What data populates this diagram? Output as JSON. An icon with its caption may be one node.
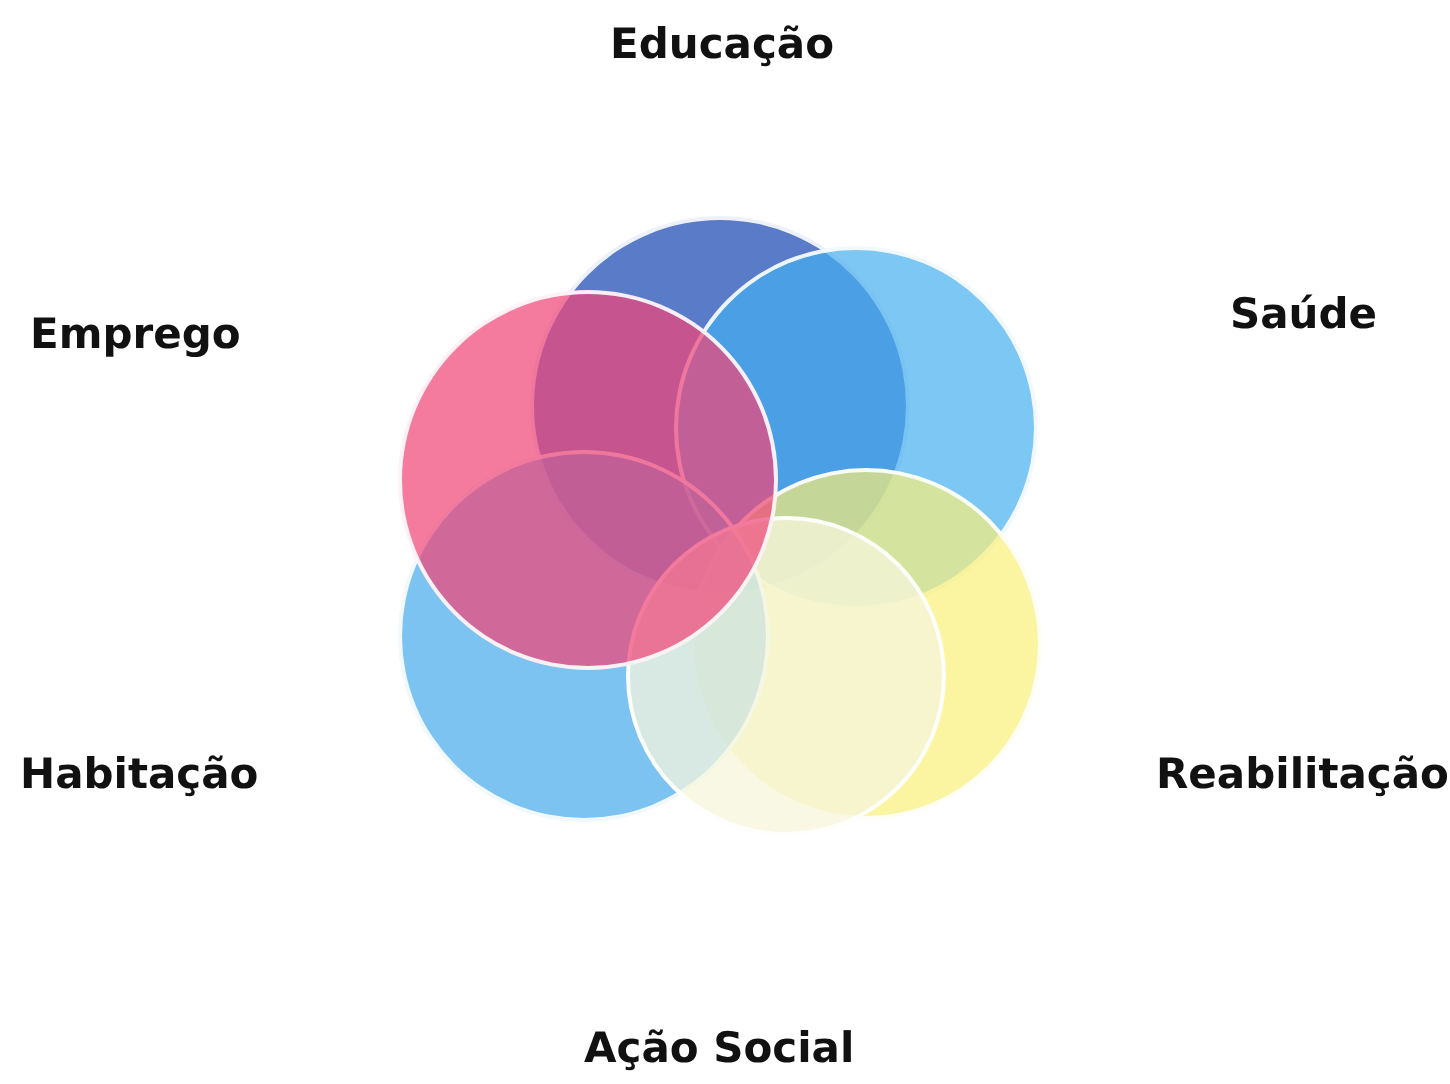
{
  "diagram": {
    "nodes": [
      {
        "text": [],
        "shape": "circle"
      },
      {
        "text": [],
        "shape": "circle"
      },
      {
        "text": [],
        "shape": "circle"
      },
      {
        "text": [],
        "shape": "circle"
      },
      {
        "text": [],
        "shape": "circle"
      },
      {
        "text": [],
        "shape": "circle"
      }
    ],
    "labels": [
      "Educação",
      "Emprego",
      "Saúde",
      "Habitação",
      "Reabilitação",
      "Ação Social"
    ]
  }
}
